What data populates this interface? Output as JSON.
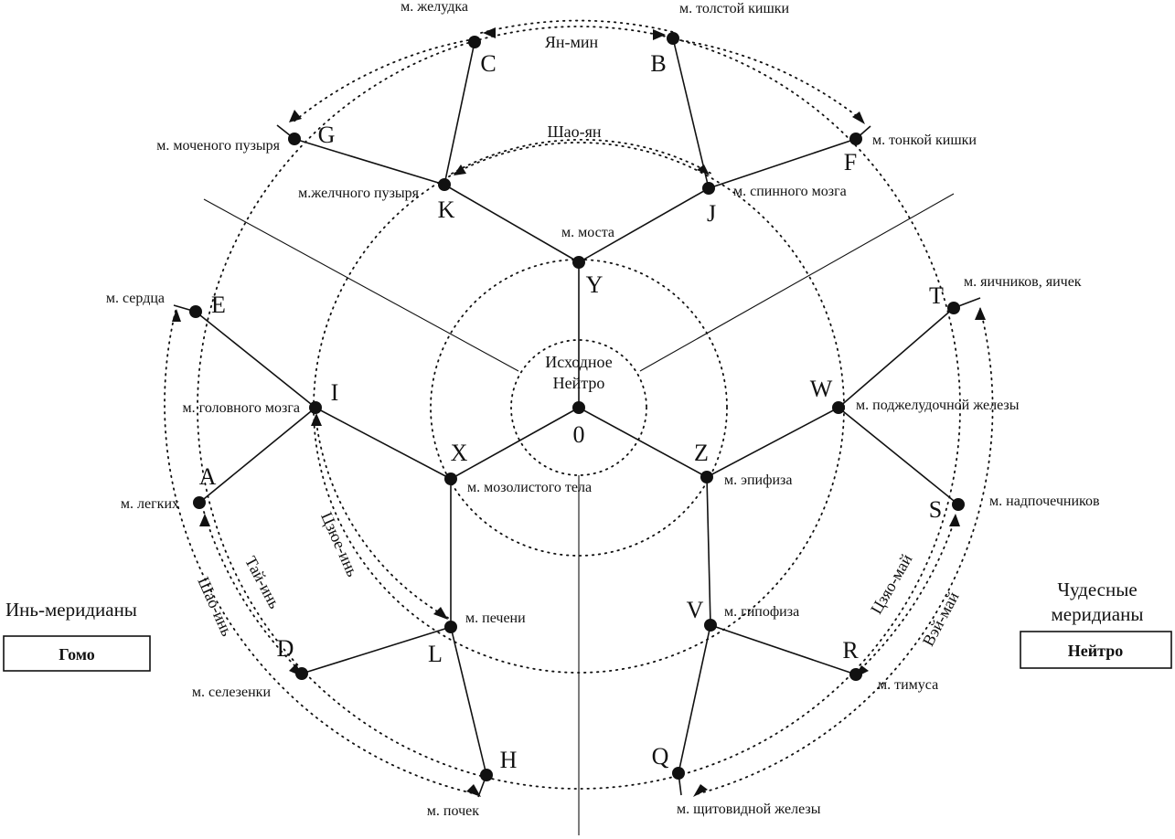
{
  "center": {
    "title_line1": "Исходное",
    "title_line2": "Нейтро",
    "zero": "0"
  },
  "nodes": {
    "C": {
      "letter": "C",
      "label": "м. желудка"
    },
    "B": {
      "letter": "B",
      "label": "м. толстой кишки"
    },
    "G": {
      "letter": "G",
      "label": "м. моченого пузыря"
    },
    "F": {
      "letter": "F",
      "label": "м. тонкой кишки"
    },
    "K": {
      "letter": "K",
      "label": "м.желчного пузыря"
    },
    "J": {
      "letter": "J",
      "label": "м. спинного мозга"
    },
    "Y": {
      "letter": "Y",
      "label": "м. моста"
    },
    "E": {
      "letter": "E",
      "label": "м. сердца"
    },
    "T": {
      "letter": "T",
      "label": "м. яичников, яичек"
    },
    "I": {
      "letter": "I",
      "label": "м. головного мозга"
    },
    "W": {
      "letter": "W",
      "label": "м. поджелудочной железы"
    },
    "A": {
      "letter": "A",
      "label": "м. легких"
    },
    "S": {
      "letter": "S",
      "label": "м. надпочечников"
    },
    "X": {
      "letter": "X",
      "label": "м. мозолистого тела"
    },
    "Z": {
      "letter": "Z",
      "label": "м. эпифиза"
    },
    "L": {
      "letter": "L",
      "label": "м. печени"
    },
    "V": {
      "letter": "V",
      "label": "м. гипофиза"
    },
    "D": {
      "letter": "D",
      "label": "м. селезенки"
    },
    "R": {
      "letter": "R",
      "label": "м. тимуса"
    },
    "H": {
      "letter": "H",
      "label": "м. почек"
    },
    "Q": {
      "letter": "Q",
      "label": "м. щитовидной железы"
    }
  },
  "arcs": {
    "yang_ming": "Ян-мин",
    "shao_yang": "Шао-ян",
    "jue_yin": "Цзюе-инь",
    "tai_yin": "Тай-инь",
    "shao_yin": "Шао-инь",
    "qiao_mai": "Цзяо-май",
    "wei_mai": "Вэй-май"
  },
  "sides": {
    "left_title": "Инь-меридианы",
    "left_box": "Гомо",
    "right_title_line1": "Чудесные",
    "right_title_line2": "меридианы",
    "right_box": "Нейтро"
  }
}
